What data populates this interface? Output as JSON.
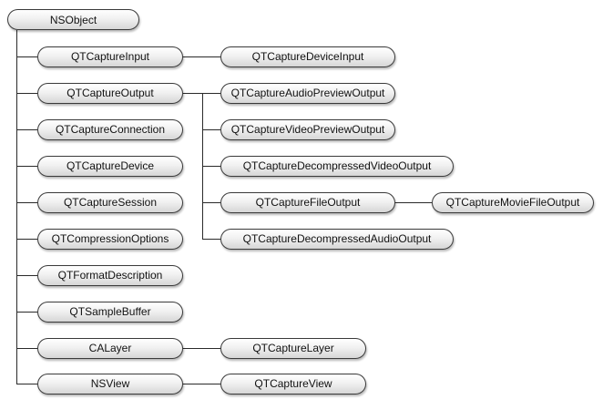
{
  "root": {
    "id": "nsobject",
    "label": "NSObject"
  },
  "subclasses": [
    {
      "id": "qtcaptureinput",
      "label": "QTCaptureInput",
      "children": [
        {
          "id": "qtcapturedeviceinput",
          "label": "QTCaptureDeviceInput"
        }
      ]
    },
    {
      "id": "qtcaptureoutput",
      "label": "QTCaptureOutput",
      "children": [
        {
          "id": "qtcaptureaudiopreviewoutput",
          "label": "QTCaptureAudioPreviewOutput"
        },
        {
          "id": "qtcapturevideopreviewoutput",
          "label": "QTCaptureVideoPreviewOutput"
        },
        {
          "id": "qtcapturedecompressedvideooutput",
          "label": "QTCaptureDecompressedVideoOutput"
        },
        {
          "id": "qtcapturefileoutput",
          "label": "QTCaptureFileOutput",
          "children": [
            {
              "id": "qtcapturemoviefileoutput",
              "label": "QTCaptureMovieFileOutput"
            }
          ]
        },
        {
          "id": "qtcapturedecompressedaudiooutput",
          "label": "QTCaptureDecompressedAudioOutput"
        }
      ]
    },
    {
      "id": "qtcaptureconnection",
      "label": "QTCaptureConnection"
    },
    {
      "id": "qtcapturedevice",
      "label": "QTCaptureDevice"
    },
    {
      "id": "qtcapturesession",
      "label": "QTCaptureSession"
    },
    {
      "id": "qtcompressionoptions",
      "label": "QTCompressionOptions"
    },
    {
      "id": "qtformatdescription",
      "label": "QTFormatDescription"
    },
    {
      "id": "qtsamplebuffer",
      "label": "QTSampleBuffer"
    },
    {
      "id": "calayer",
      "label": "CALayer",
      "children": [
        {
          "id": "qtcapturelayer",
          "label": "QTCaptureLayer"
        }
      ]
    },
    {
      "id": "nsview",
      "label": "NSView",
      "children": [
        {
          "id": "qtcaptureview",
          "label": "QTCaptureView"
        }
      ]
    }
  ]
}
